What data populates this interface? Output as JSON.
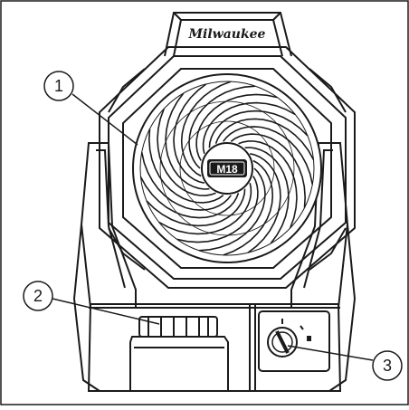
{
  "figure": {
    "brand_logo_text": "Milwaukee",
    "badge_text": "M18",
    "callouts": [
      {
        "number": "1",
        "part": "fan-blade-guard"
      },
      {
        "number": "2",
        "part": "battery-pack"
      },
      {
        "number": "3",
        "part": "speed-control-dial"
      }
    ],
    "colors": {
      "line": "#1a1a1a",
      "background": "#ffffff"
    }
  }
}
